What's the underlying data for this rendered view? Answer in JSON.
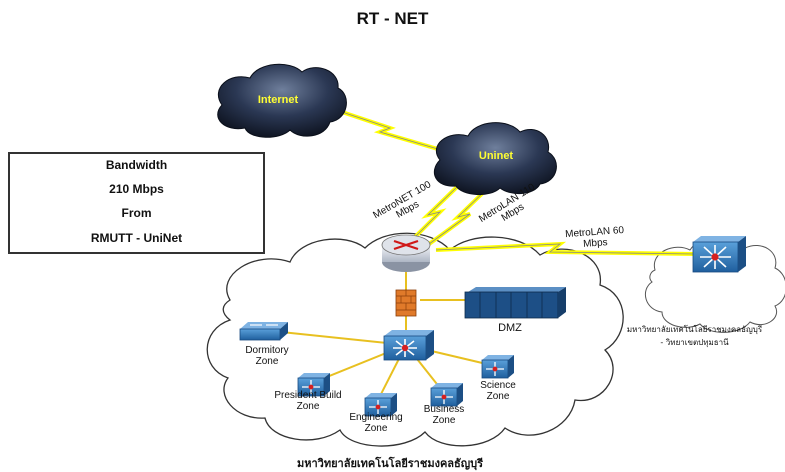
{
  "title": "RT - NET",
  "bandwidth_box": {
    "line1": "Bandwidth",
    "line2": "210 Mbps",
    "line3": "From",
    "line4": "RMUTT - UniNet"
  },
  "clouds": {
    "internet": "Internet",
    "uninet": "Uninet"
  },
  "links": {
    "metronet_1": "MetroNET 100",
    "metronet_2": "Mbps",
    "metrolan110_1": "MetroLAN 110",
    "metrolan110_2": "Mbps",
    "metrolan60_1": "MetroLAN 60",
    "metrolan60_2": "Mbps"
  },
  "zones": {
    "dmz": "DMZ",
    "dormitory_1": "Dormitory",
    "dormitory_2": "Zone",
    "president_1": "President Build",
    "president_2": "Zone",
    "engineering_1": "Engineering",
    "engineering_2": "Zone",
    "business_1": "Business",
    "business_2": "Zone",
    "science_1": "Science",
    "science_2": "Zone"
  },
  "campus": {
    "main_name": "มหาวิทยาลัยเทคโนโลยีราชมงคลธัญบุรี",
    "remote_name_1": "มหาวิทยาลัยเทคโนโลยีราชมงคลธัญบุรี",
    "remote_name_2": "- วิทยาเขตปทุมธานี"
  },
  "colors": {
    "link_line": "#e8c020",
    "lightning": "#ffff00",
    "dark_cloud": "#1e2a44",
    "device_blue": "#2a72b4",
    "cloud_text": "#ffff33"
  }
}
